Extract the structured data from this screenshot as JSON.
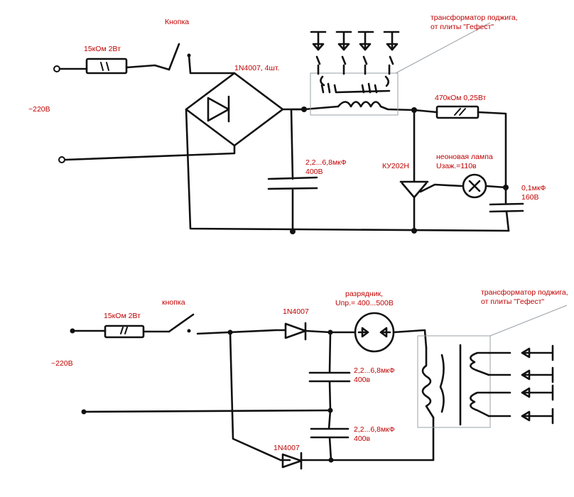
{
  "top": {
    "resistor_in": "15кОм 2Вт",
    "button": "Кнопка",
    "bridge": "1N4007, 4шт.",
    "transformer": "трансформатор поджига,",
    "transformer_src": "от плиты \"Гефест\"",
    "mains": "~220В",
    "resistor_470": "470кОм 0,25Вт",
    "cap_main": "2,2...6,8мкФ",
    "cap_main_v": "400В",
    "thyristor": "КУ202Н",
    "neon": "неоновая лампа",
    "neon_v": "Uзаж.=110в",
    "cap_small": "0,1мкФ",
    "cap_small_v": "160В"
  },
  "bottom": {
    "resistor_in": "15кОм 2Вт",
    "button": "кнопка",
    "diode_top": "1N4007",
    "gap": "разрядник,",
    "gap_v": "Uпр.= 400...500В",
    "transformer": "трансформатор поджига,",
    "transformer_src": "от плиты \"Гефест\"",
    "mains": "~220В",
    "cap1": "2,2...6,8мкФ",
    "cap1_v": "400в",
    "cap2": "2,2...6,8мкФ",
    "cap2_v": "400в",
    "diode_bottom": "1N4007"
  }
}
